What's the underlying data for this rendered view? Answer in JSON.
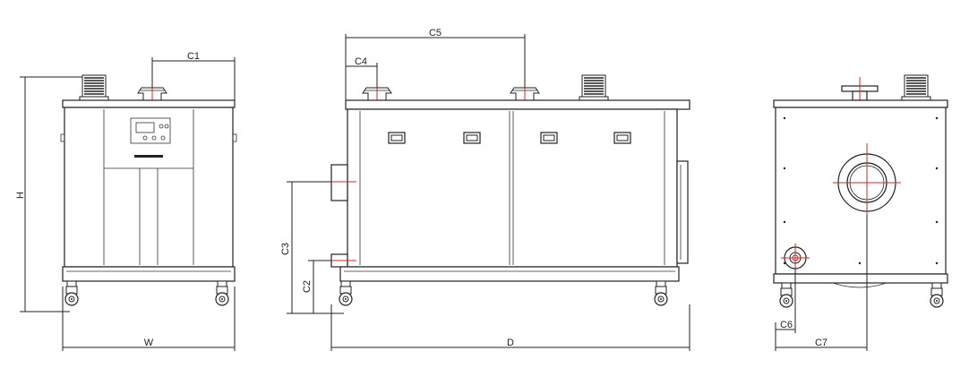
{
  "dimensions": {
    "W": "W",
    "H": "H",
    "D": "D",
    "C1": "C1",
    "C2": "C2",
    "C3": "C3",
    "C4": "C4",
    "C5": "C5",
    "C6": "C6",
    "C7": "C7"
  },
  "colors": {
    "line": "#222222",
    "centerline": "#e02020"
  },
  "views": [
    "front-view",
    "side-view",
    "rear-view"
  ]
}
